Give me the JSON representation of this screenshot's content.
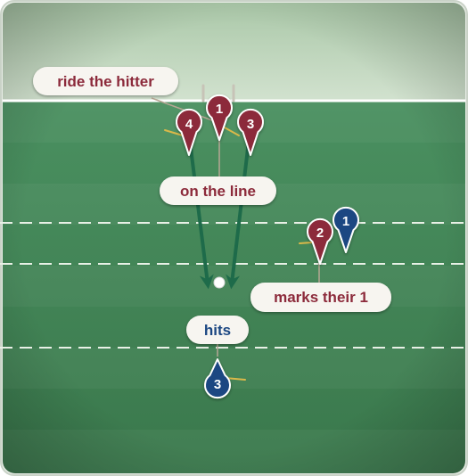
{
  "labels": {
    "ride_the_hitter": "ride the hitter",
    "on_the_line": "on the line",
    "marks_their_1": "marks their 1",
    "hits": "hits"
  },
  "players": {
    "red": [
      "1",
      "4",
      "3",
      "2"
    ],
    "blue": [
      "1",
      "3"
    ]
  },
  "colors": {
    "red_team": "#8c2b3a",
    "blue_team": "#1a4682",
    "pitch_dark": "#3d7d4f",
    "pitch_light": "#4e9460",
    "behind_goal": "#c3d7bf",
    "run_arrow": "#1e6b4a",
    "stick": "#d9b84a"
  }
}
